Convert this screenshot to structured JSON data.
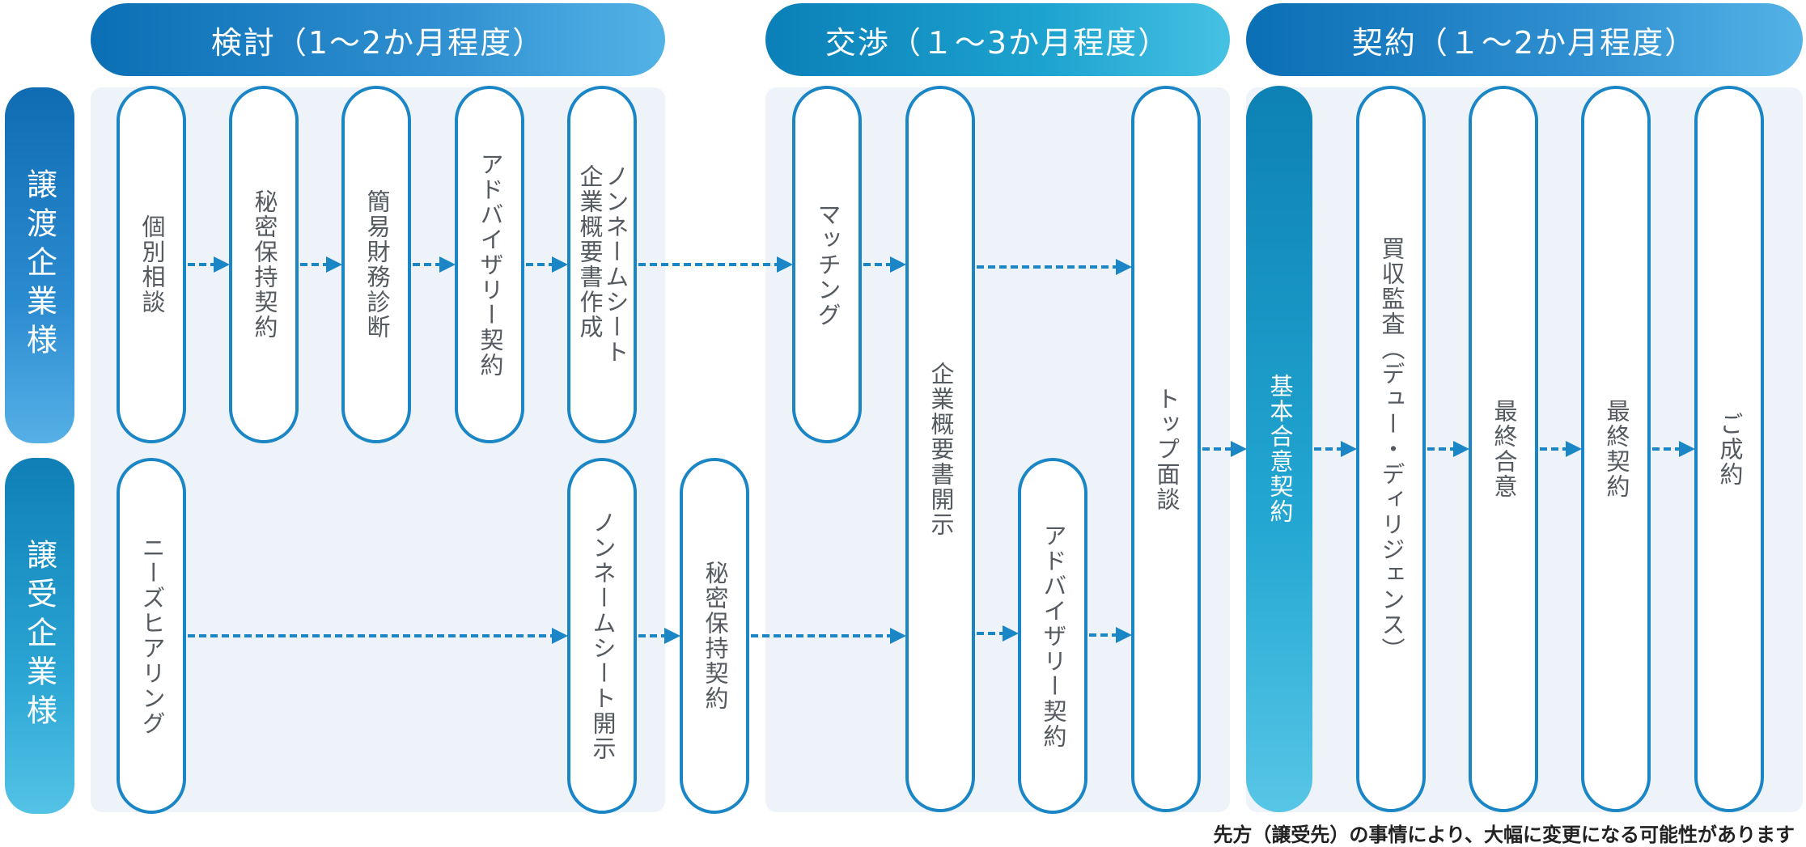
{
  "phases": [
    {
      "label": "検討（1〜2か月程度）"
    },
    {
      "label": "交渉（１〜3か月程度）"
    },
    {
      "label": "契約（１〜2か月程度）"
    }
  ],
  "roles": {
    "seller": "譲渡企業様",
    "buyer": "譲受企業様"
  },
  "steps": {
    "kobetsu": "個別相談",
    "himitsu1": "秘密保持契約",
    "kanni": "簡易財務診断",
    "advisory1": "アドバイザリー契約",
    "nonname_create": "ノンネームシート\n企業概要書作成",
    "matching": "マッチング",
    "gaiyou_kaiji": "企業概要書開示",
    "top": "トップ面談",
    "kihon": "基本合意契約",
    "kanasa": "買収監査（デュー・ディリジェンス）",
    "saishu_goui": "最終合意",
    "saishu_keiyaku": "最終契約",
    "seiyaku": "ご成約",
    "needs": "ニーズヒアリング",
    "nonname_kaiji": "ノンネームシート開示",
    "himitsu2": "秘密保持契約",
    "advisory2": "アドバイザリー契約"
  },
  "colors": {
    "accent": "#1b86c6",
    "panel": "#eef3fa",
    "text": "#555a60"
  },
  "note": "先方（譲受先）の事情により、大幅に変更になる可能性があります"
}
